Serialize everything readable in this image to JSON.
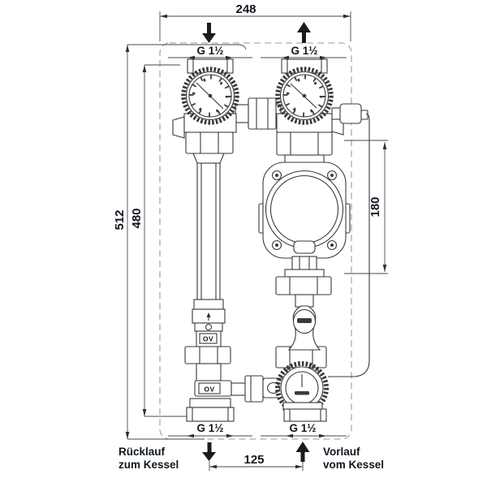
{
  "drawing": {
    "title": "Pump group dimensional drawing",
    "dim_width": "248",
    "dim_height_total": "512",
    "dim_height_inner": "480",
    "dim_pump": "180",
    "dim_port_spacing": "125",
    "port_top_left": "G 1½",
    "port_top_right": "G 1½",
    "port_bottom_left": "G 1½",
    "port_bottom_right": "G 1½",
    "label_return_1": "Rücklauf",
    "label_return_2": "zum Kessel",
    "label_supply_1": "Vorlauf",
    "label_supply_2": "vom Kessel",
    "valve_label_upper": "OV",
    "valve_label_lower": "OV"
  },
  "colors": {
    "line": "#3a3a3a",
    "dimension": "#4a4a4a",
    "text": "#101722",
    "dash": "#9a9a9a",
    "flow_arrow": "#1b1b1b",
    "background": "#ffffff"
  }
}
